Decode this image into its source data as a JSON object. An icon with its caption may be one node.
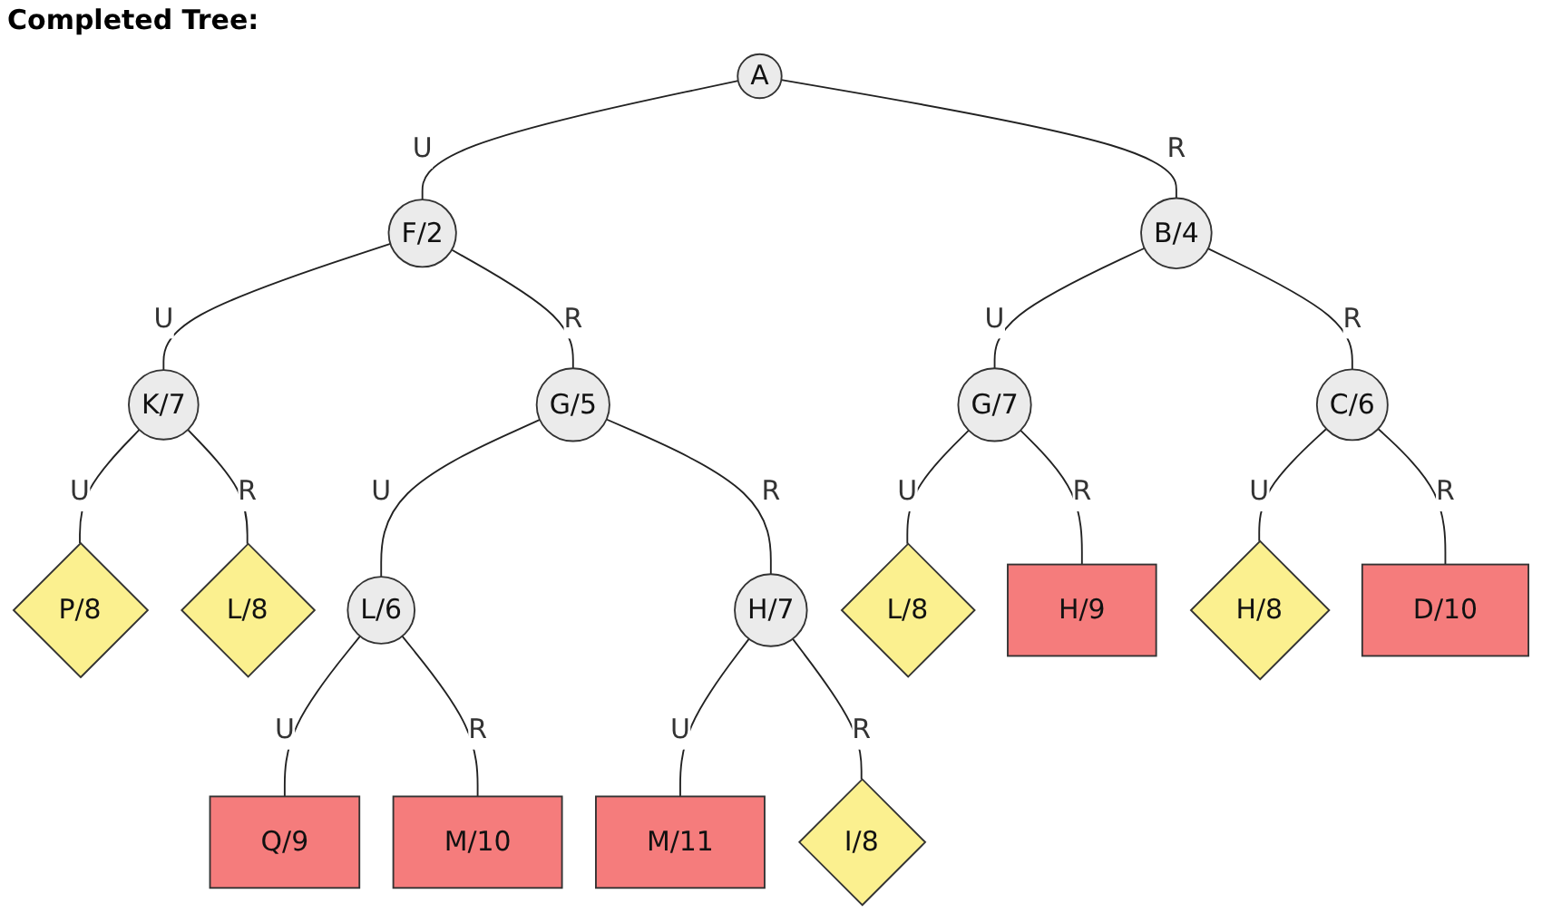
{
  "diagram": {
    "title": "Completed Tree:",
    "nodes": [
      {
        "text": [
          "A"
        ]
      },
      {
        "text": [
          "F/2"
        ]
      },
      {
        "text": [
          "B/4"
        ]
      },
      {
        "text": [
          "K/7"
        ]
      },
      {
        "text": [
          "G/5"
        ]
      },
      {
        "text": [
          "G/7"
        ]
      },
      {
        "text": [
          "C/6"
        ]
      },
      {
        "text": [
          "P/8"
        ]
      },
      {
        "text": [
          "L/8"
        ]
      },
      {
        "text": [
          "L/6"
        ]
      },
      {
        "text": [
          "H/7"
        ]
      },
      {
        "text": [
          "L/8"
        ]
      },
      {
        "text": [
          "H/9"
        ]
      },
      {
        "text": [
          "H/8"
        ]
      },
      {
        "text": [
          "D/10"
        ]
      },
      {
        "text": [
          "Q/9"
        ]
      },
      {
        "text": [
          "M/10"
        ]
      },
      {
        "text": [
          "M/11"
        ]
      },
      {
        "text": [
          "I/8"
        ]
      }
    ],
    "edges": [
      {
        "from": 0,
        "to": 1,
        "arrow": "none",
        "label": "U"
      },
      {
        "from": 0,
        "to": 2,
        "arrow": "none",
        "label": "R"
      },
      {
        "from": 1,
        "to": 3,
        "arrow": "none",
        "label": "U"
      },
      {
        "from": 1,
        "to": 4,
        "arrow": "none",
        "label": "R"
      },
      {
        "from": 2,
        "to": 5,
        "arrow": "none",
        "label": "U"
      },
      {
        "from": 2,
        "to": 6,
        "arrow": "none",
        "label": "R"
      },
      {
        "from": 3,
        "to": 7,
        "arrow": "none",
        "label": "U"
      },
      {
        "from": 3,
        "to": 8,
        "arrow": "none",
        "label": "R"
      },
      {
        "from": 4,
        "to": 9,
        "arrow": "none",
        "label": "U"
      },
      {
        "from": 4,
        "to": 10,
        "arrow": "none",
        "label": "R"
      },
      {
        "from": 5,
        "to": 11,
        "arrow": "none",
        "label": "U"
      },
      {
        "from": 5,
        "to": 12,
        "arrow": "none",
        "label": "R"
      },
      {
        "from": 6,
        "to": 13,
        "arrow": "none",
        "label": "U"
      },
      {
        "from": 6,
        "to": 14,
        "arrow": "none",
        "label": "R"
      },
      {
        "from": 9,
        "to": 15,
        "arrow": "none",
        "label": "U"
      },
      {
        "from": 9,
        "to": 16,
        "arrow": "none",
        "label": "R"
      },
      {
        "from": 10,
        "to": 17,
        "arrow": "none",
        "label": "U"
      },
      {
        "from": 10,
        "to": 18,
        "arrow": "none",
        "label": "R"
      }
    ]
  }
}
